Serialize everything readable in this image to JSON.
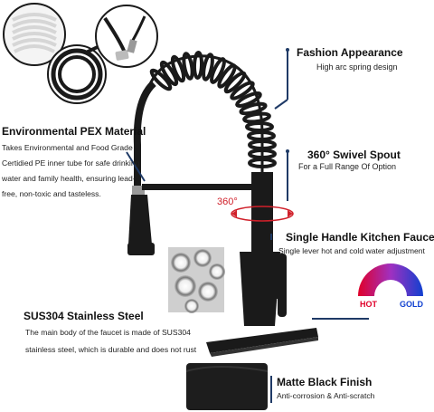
{
  "features": {
    "fashion": {
      "title": "Fashion Appearance",
      "desc": "High arc spring design"
    },
    "pex": {
      "title": "Environmental PEX Material",
      "desc": "Takes Environmental and Food Grade Certidied PE inner tube for safe drinking water and family health, ensuring lead-free, non-toxic and tasteless."
    },
    "swivel": {
      "title": "360° Swivel Spout",
      "desc": "For a Full Range Of Option",
      "angle_label": "360°"
    },
    "handle": {
      "title": "Single Handle Kitchen Faucet",
      "desc": "Single lever hot and cold water adjustment"
    },
    "temperature": {
      "hot_label": "HOT",
      "cold_label": "GOLD"
    },
    "steel": {
      "title": "SUS304 Stainless Steel",
      "desc": "The main body of the faucet is made of SUS304 stainless steel, which is durable and does not rust"
    },
    "finish": {
      "title": "Matte Black Finish",
      "desc": "Anti-corrosion & Anti-scratch"
    }
  },
  "colors": {
    "accent_navy": "#1f3a66",
    "faucet_black": "#1a1a1a",
    "hot_red": "#e0002a",
    "cold_blue": "#1040d0",
    "angle_red": "#d0202a"
  }
}
